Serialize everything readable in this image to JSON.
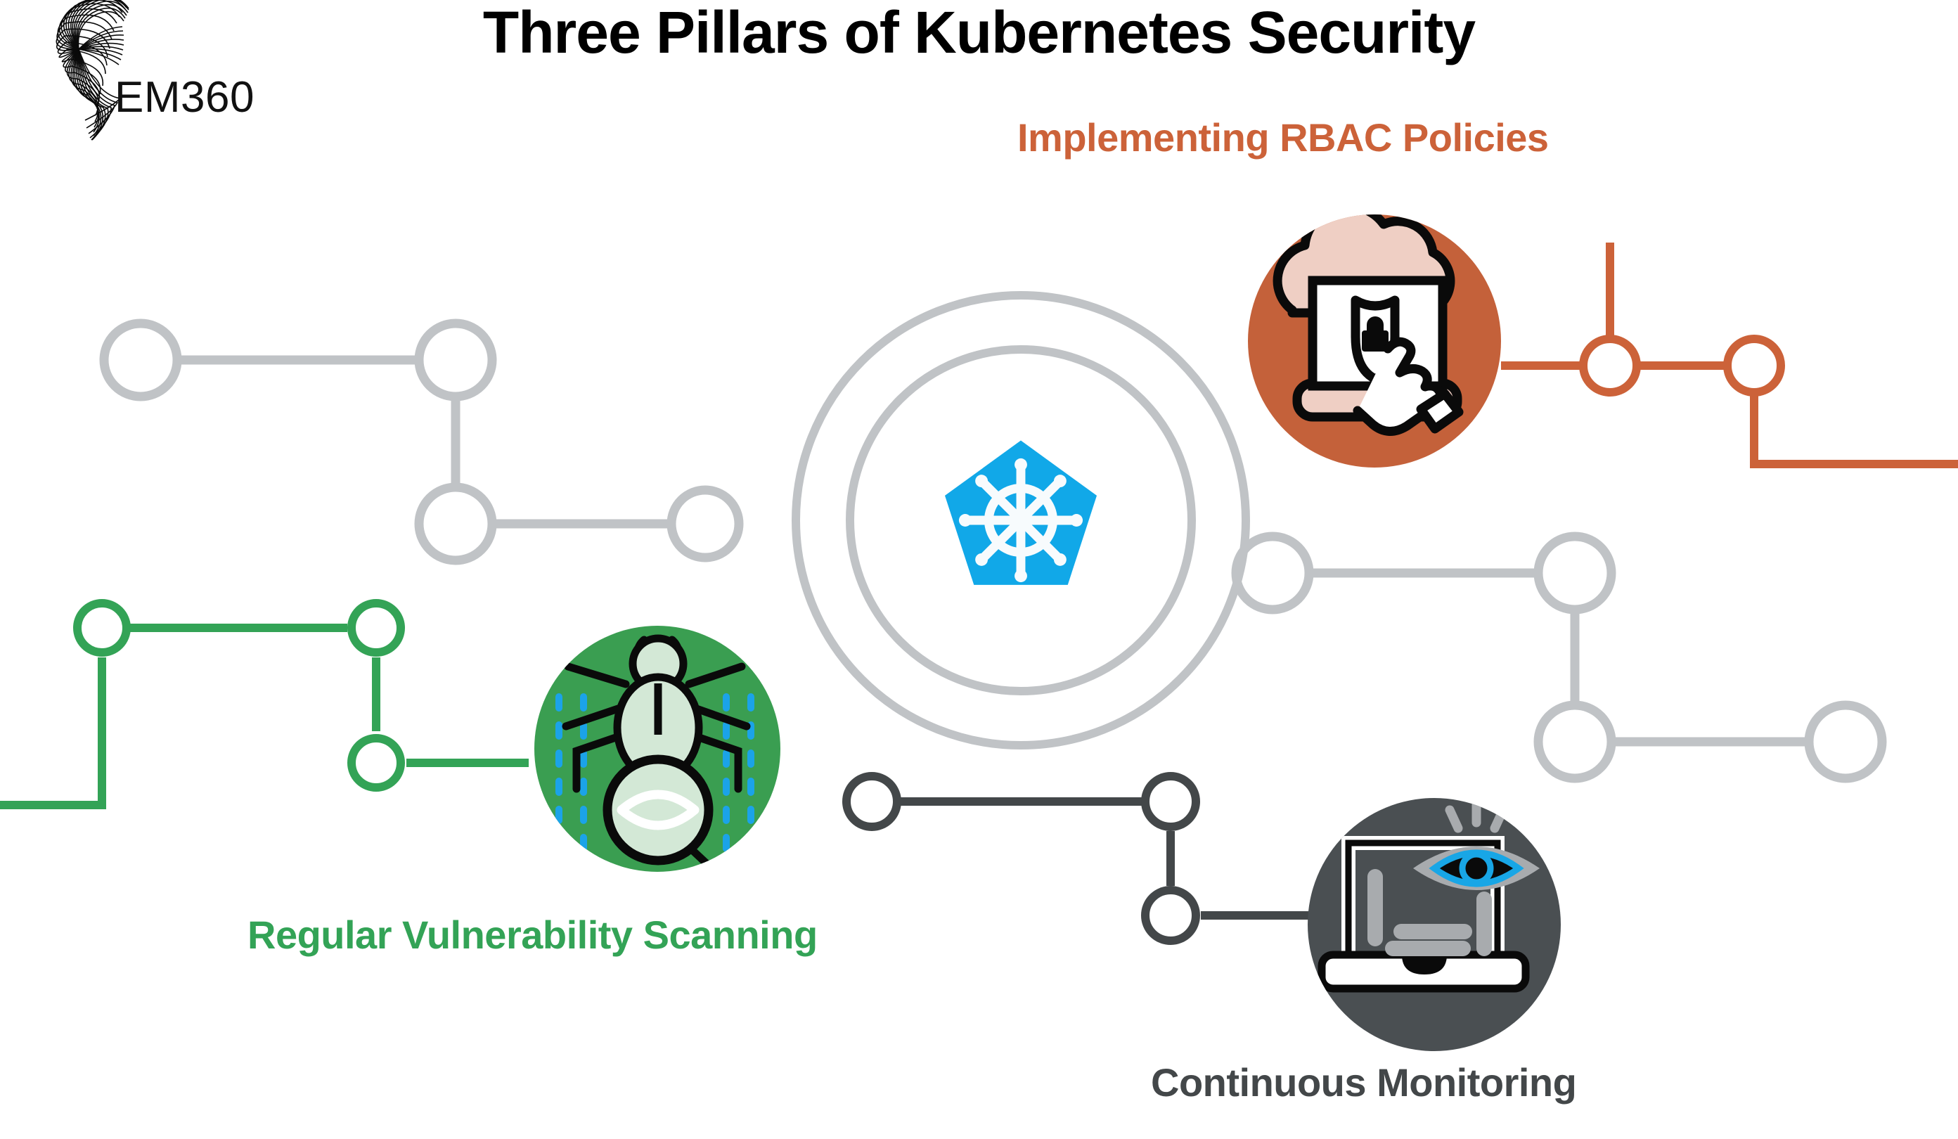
{
  "brand": {
    "logo_text": "EM360",
    "logo_icon": "em360-spiral-logo"
  },
  "header": {
    "title": "Three Pillars of Kubernetes Security"
  },
  "center": {
    "icon": "kubernetes-helm-wheel-icon",
    "colors": {
      "logo_blue": "#11a8e8",
      "ring_gray": "#c0c3c6"
    }
  },
  "pillars": [
    {
      "id": "rbac",
      "label": "Implementing RBAC Policies",
      "icon": "cloud-laptop-shield-lock-hand-icon",
      "color": "#cc6239",
      "circle_fill": "#c4613a",
      "accent_fill": "#efcfc4"
    },
    {
      "id": "vulnerability",
      "label": "Regular Vulnerability Scanning",
      "icon": "bug-magnifier-scan-icon",
      "color": "#33a356",
      "circle_fill": "#3a9e51",
      "accent_fill": "#d3e8d6",
      "code_dash_color": "#1ba3e8"
    },
    {
      "id": "monitoring",
      "label": "Continuous Monitoring",
      "icon": "laptop-eye-surveillance-icon",
      "color": "#434749",
      "circle_fill": "#4a4f52",
      "accent_fill": "#b5b8ba",
      "eye_iris_color": "#18a6e6"
    }
  ],
  "circuits": [
    {
      "id": "circuit-gray-topleft",
      "color": "#c0c3c6"
    },
    {
      "id": "circuit-gray-midleft",
      "color": "#c0c3c6"
    },
    {
      "id": "circuit-green-left",
      "color": "#33a356"
    },
    {
      "id": "circuit-orange-right",
      "color": "#cc6239"
    },
    {
      "id": "circuit-gray-right",
      "color": "#c0c3c6"
    },
    {
      "id": "circuit-dark-bottom",
      "color": "#434749"
    }
  ]
}
